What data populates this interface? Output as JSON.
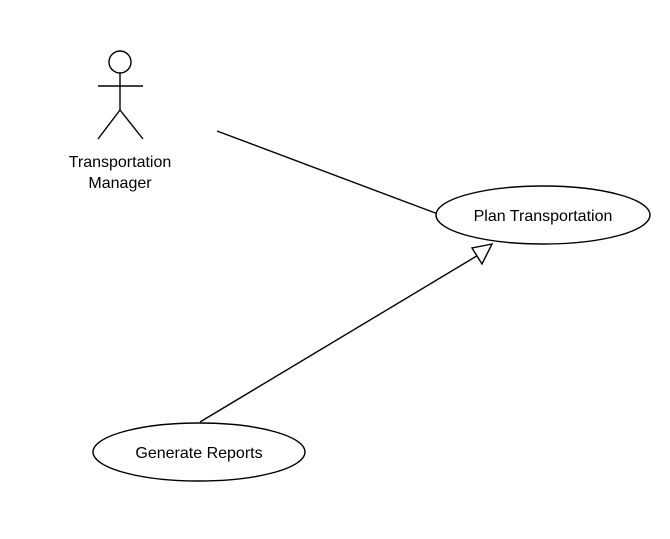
{
  "diagram": {
    "type": "use-case",
    "actors": [
      {
        "name_line1": "Transportation",
        "name_line2": "Manager",
        "icon": "stick-figure-icon"
      }
    ],
    "use_cases": [
      {
        "label": "Plan Transportation"
      },
      {
        "label": "Generate Reports"
      }
    ],
    "relationships": [
      {
        "from": "Transportation Manager",
        "to": "Plan Transportation",
        "kind": "association"
      },
      {
        "from": "Generate Reports",
        "to": "Plan Transportation",
        "kind": "generalization"
      }
    ],
    "colors": {
      "stroke": "#000000",
      "fill": "#ffffff",
      "text": "#000000"
    }
  }
}
